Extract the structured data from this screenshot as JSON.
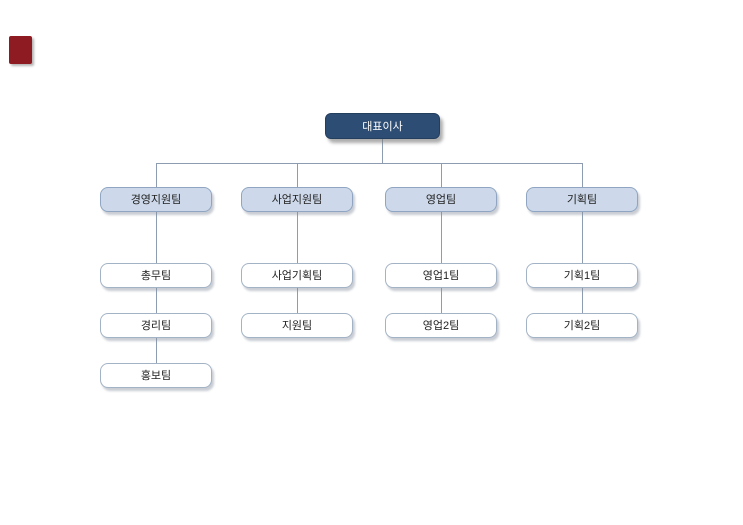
{
  "accent_shape": {
    "color": "#8E1B21"
  },
  "colors": {
    "root_fill": "#2E4D74",
    "root_text": "#FFFFFF",
    "dept_fill": "#CDD9EA",
    "dept_border": "#8FA5C2",
    "team_fill": "#FFFFFF",
    "team_border": "#A3B3C6",
    "connector_line": "#8D9CB0",
    "text": "#222222"
  },
  "root": {
    "label": "대표이사"
  },
  "columns": [
    {
      "head": "경영지원팀",
      "children": [
        "총무팀",
        "경리팀",
        "홍보팀"
      ]
    },
    {
      "head": "사업지원팀",
      "children": [
        "사업기획팀",
        "지원팀"
      ]
    },
    {
      "head": "영업팀",
      "children": [
        "영업1팀",
        "영업2팀"
      ]
    },
    {
      "head": "기획팀",
      "children": [
        "기획1팀",
        "기획2팀"
      ]
    }
  ]
}
